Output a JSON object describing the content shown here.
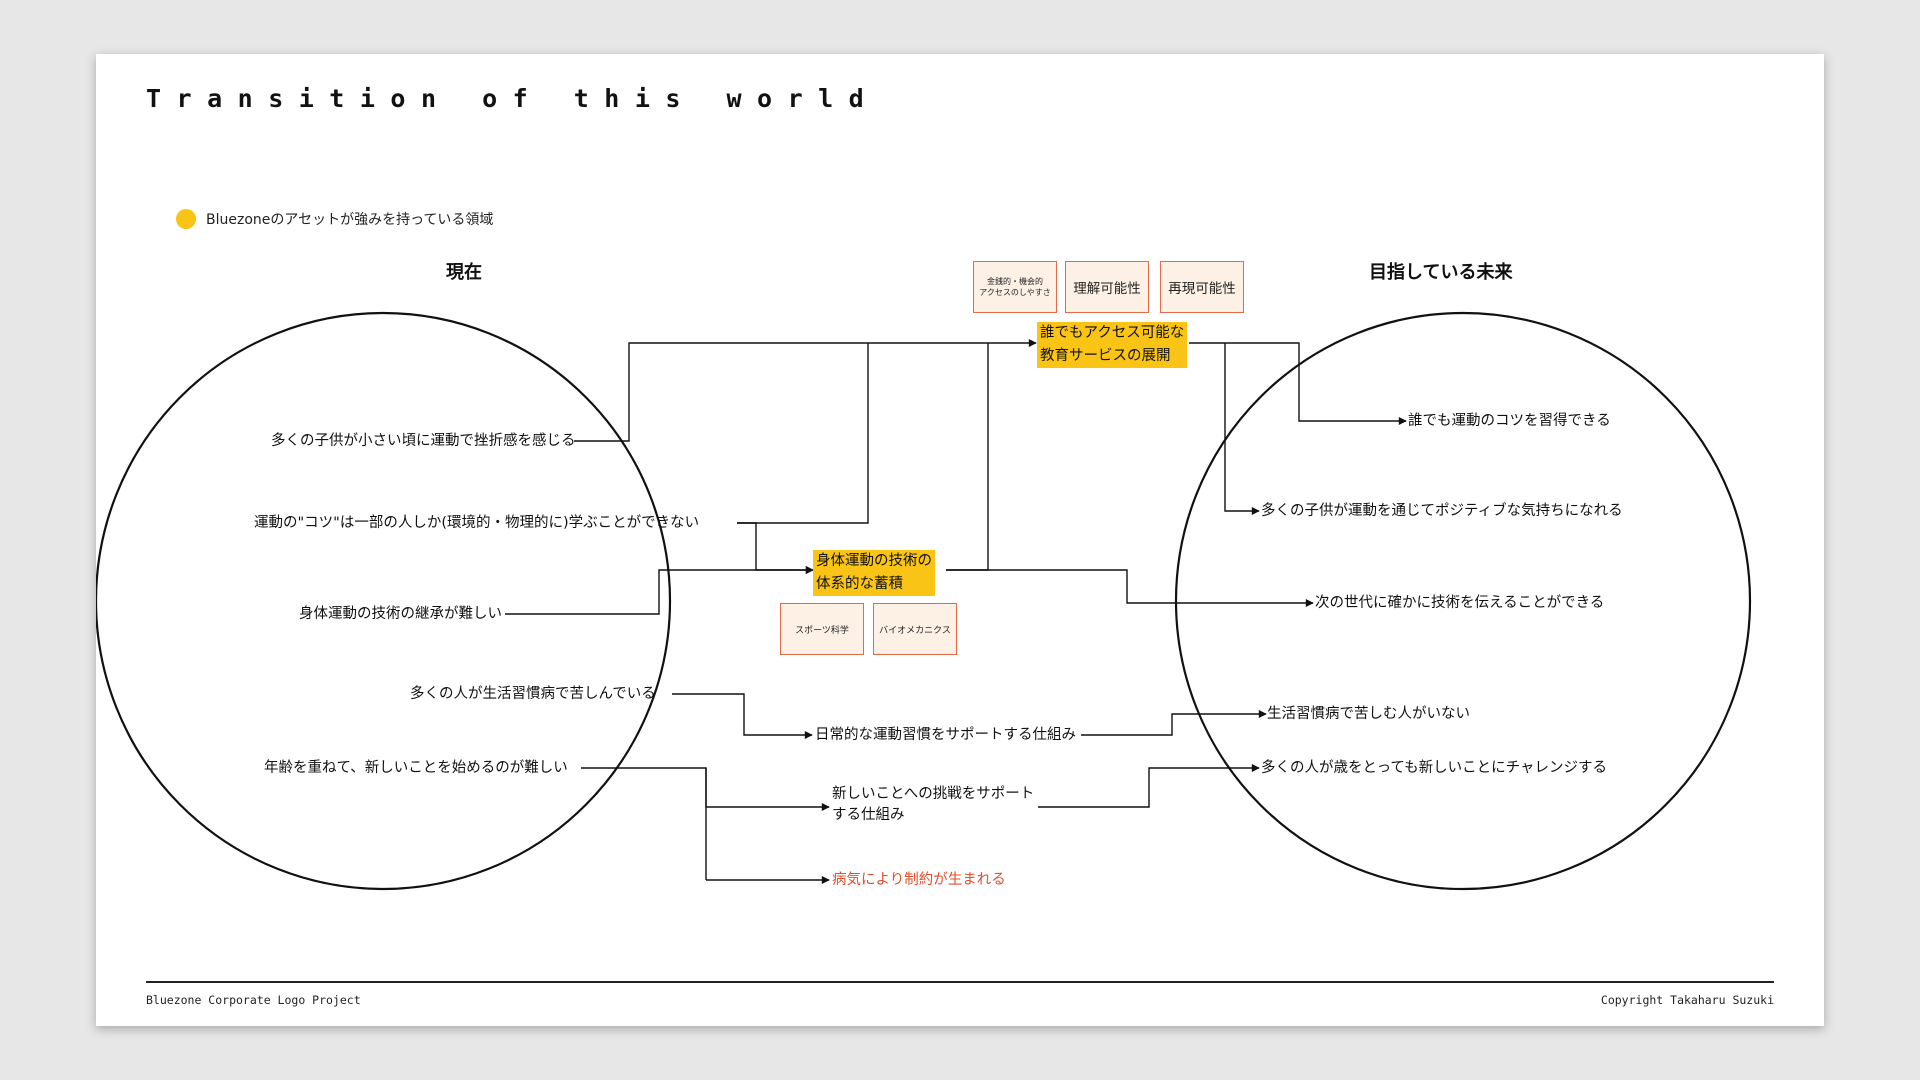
{
  "title": "Transition of this world",
  "legend": {
    "label": "Bluezoneのアセットが強みを持っている領域",
    "color": "#f9c416"
  },
  "headings": {
    "current": "現在",
    "future": "目指している未来"
  },
  "current_items": [
    "多くの子供が小さい頃に運動で挫折感を感じる",
    "運動の\"コツ\"は一部の人しか(環境的・物理的に)学ぶことができない",
    "身体運動の技術の継承が難しい",
    "多くの人が生活習慣病で苦しんでいる",
    "年齢を重ねて、新しいことを始めるのが難しい"
  ],
  "middle": {
    "education_line1": "誰でもアクセス可能な",
    "education_line2": "教育サービスの展開",
    "tech_line1": "身体運動の技術の",
    "tech_line2": "体系的な蓄積",
    "habit": "日常的な運動習慣をサポートする仕組み",
    "challenge_line1": "新しいことへの挑戦をサポート",
    "challenge_line2": "する仕組み",
    "illness": "病気により制約が生まれる"
  },
  "tags": {
    "access_line1": "金銭的・機会的",
    "access_line2": "アクセスのしやすさ",
    "understand": "理解可能性",
    "reproduce": "再現可能性",
    "sports": "スポーツ科学",
    "bio": "バイオメカニクス"
  },
  "future_items": [
    "誰でも運動のコツを習得できる",
    "多くの子供が運動を通じてポジティブな気持ちになれる",
    "次の世代に確かに技術を伝えることができる",
    "生活習慣病で苦しむ人がいない",
    "多くの人が歳をとっても新しいことにチャレンジする"
  ],
  "footer": {
    "left": "Bluezone Corporate Logo Project",
    "right": "Copyright Takaharu Suzuki"
  },
  "colors": {
    "accent_yellow": "#f9c416",
    "tag_border": "#e56a4a",
    "tag_fill": "#fdf1e6",
    "alert_red": "#e0502d"
  }
}
